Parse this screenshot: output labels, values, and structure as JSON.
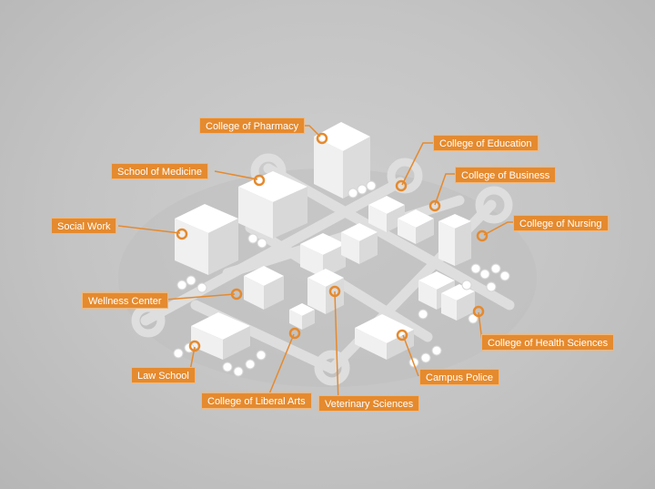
{
  "accent_color": "#e58a2e",
  "labels": {
    "pharmacy": "College of Pharmacy",
    "medicine": "School of Medicine",
    "social_work": "Social Work",
    "education": "College of Education",
    "business": "College of Business",
    "nursing": "College of Nursing",
    "wellness": "Wellness Center",
    "law": "Law School",
    "liberal_arts": "College of Liberal Arts",
    "veterinary": "Veterinary Sciences",
    "campus_police": "Campus Police",
    "health_sciences": "College of Health Sciences"
  }
}
